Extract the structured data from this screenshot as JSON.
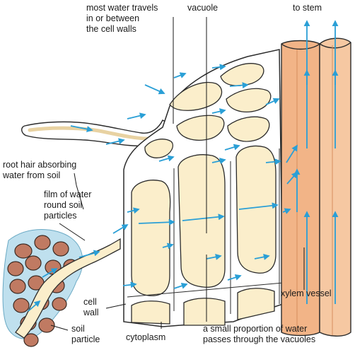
{
  "labels": {
    "most_water": "most water travels\nin or between\nthe cell walls",
    "vacuole": "vacuole",
    "to_stem": "to stem",
    "root_hair": "root hair absorbing\nwater from soil",
    "film_of_water": "film of water\nround soil\nparticles",
    "cell_wall": "cell\nwall",
    "soil_particle": "soil\nparticle",
    "cytoplasm": "cytoplasm",
    "small_proportion": "a small proportion of water\npasses through the vacuoles",
    "xylem_vessel": "xylem vessel"
  },
  "colors": {
    "cell_wall_fill": "#ffffff",
    "cytoplasm": "#fbeecb",
    "xylem": "#f2b487",
    "soil_particle": "#c07a62",
    "water_film": "#bfe0ee",
    "arrow": "#2a9fd6",
    "outline": "#2b2b2b"
  }
}
